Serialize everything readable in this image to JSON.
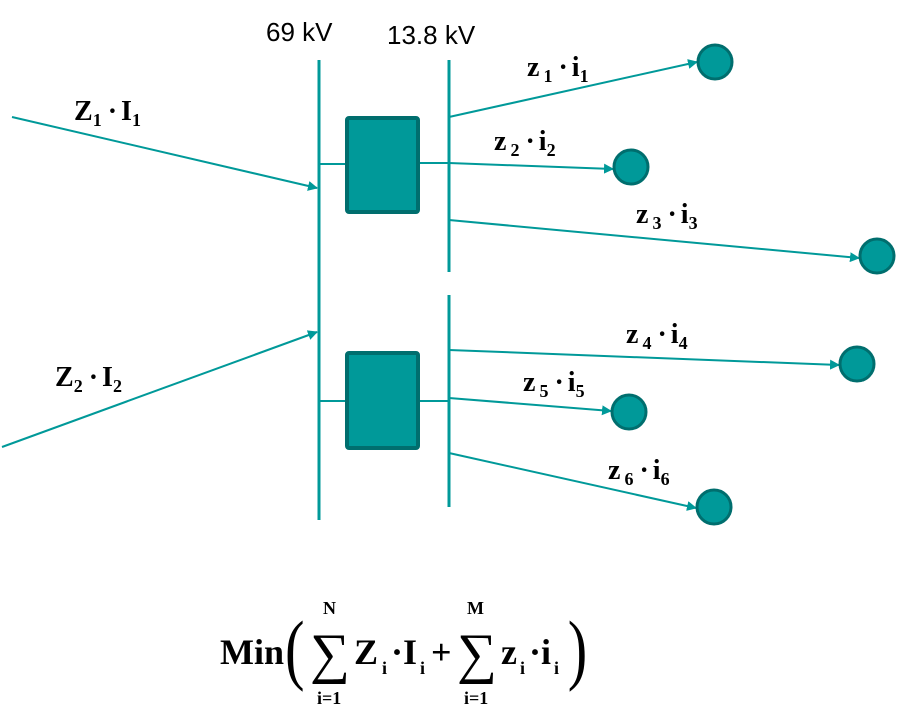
{
  "colors": {
    "line": "#009999",
    "box_border": "#006e6e"
  },
  "buses": {
    "high": "69 kV",
    "low": "13.8 kV"
  },
  "inputs": [
    {
      "var": "Z",
      "sub": "1",
      "cur": "I",
      "csub": "1"
    },
    {
      "var": "Z",
      "sub": "2",
      "cur": "I",
      "csub": "2"
    }
  ],
  "outputs": [
    {
      "var": "z",
      "sub": "1",
      "cur": "i",
      "csub": "1"
    },
    {
      "var": "z",
      "sub": "2",
      "cur": "i",
      "csub": "2"
    },
    {
      "var": "z",
      "sub": "3",
      "cur": "i",
      "csub": "3"
    },
    {
      "var": "z",
      "sub": "4",
      "cur": "i",
      "csub": "4"
    },
    {
      "var": "z",
      "sub": "5",
      "cur": "i",
      "csub": "5"
    },
    {
      "var": "z",
      "sub": "6",
      "cur": "i",
      "csub": "6"
    }
  ],
  "dot": "·",
  "formula": {
    "min": "Min",
    "sum": "∑",
    "upper1": "N",
    "upper2": "M",
    "lower": "i=1",
    "Z": "Z",
    "I": "I",
    "z": "z",
    "i": "i",
    "idx": "i",
    "plus": "+",
    "lparen": "(",
    "rparen": ")"
  }
}
